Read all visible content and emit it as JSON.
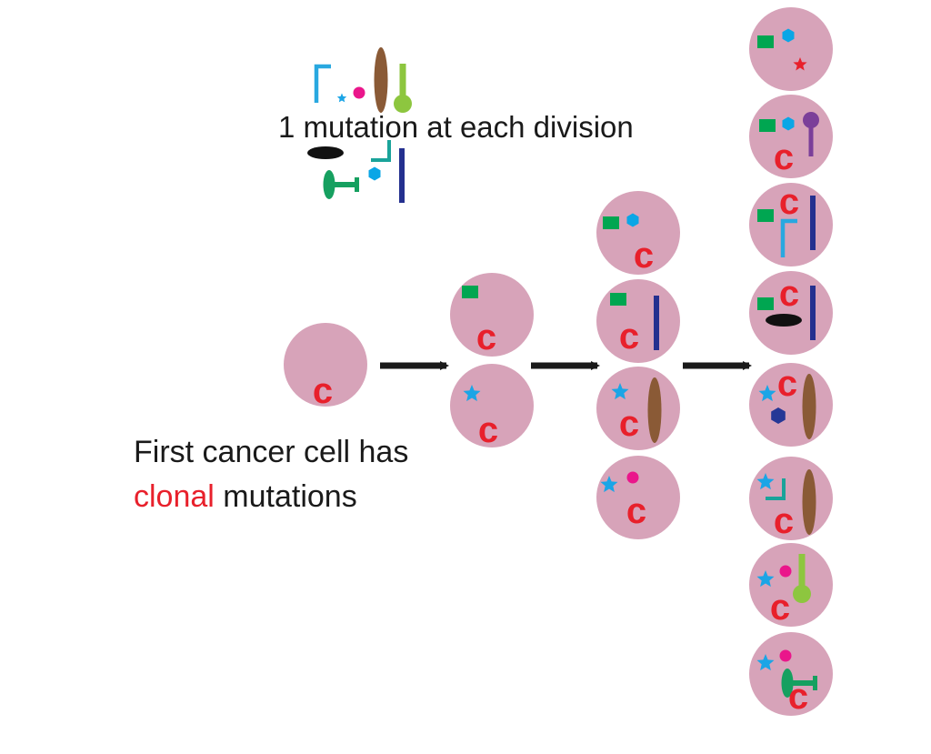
{
  "title": "1 mutation at each division",
  "caption": {
    "line1": "First cancer cell has",
    "line2_highlight": "clonal",
    "line2_rest": " mutations"
  },
  "cell_letter": "c",
  "colors": {
    "cell": "#d7a3b9",
    "cancer_letter": "#e8202b",
    "arrow": "#1a1a1a",
    "text": "#1a1a1a",
    "highlight": "#e8202b",
    "green_square": "#00a651",
    "blue_hexagon": "#0aa6e6",
    "blue_star": "#1ba5e6",
    "pink_dot": "#ea168b",
    "navy_bar": "#24308f",
    "brown_ellipse": "#8a5a36",
    "lime_lollipop": "#8dc63f",
    "purple_lollipop": "#7b3f99",
    "light_blue_bracket": "#29a8e0",
    "teal_bracket": "#1aa39a",
    "black_oval": "#111111",
    "green_tbar": "#16a060",
    "dark_blue_hexagon": "#263896",
    "red_star": "#e8202b"
  },
  "mutations_legend": [
    "light-blue-bracket",
    "blue-star",
    "pink-dot",
    "brown-ellipse",
    "lime-lollipop",
    "black-oval",
    "teal-bracket",
    "blue-hexagon",
    "navy-bar",
    "green-tbar"
  ],
  "generations": [
    {
      "cells": [
        [
          "c"
        ]
      ]
    },
    {
      "cells": [
        [
          "green-square",
          "c"
        ],
        [
          "blue-star",
          "c"
        ]
      ]
    },
    {
      "cells": [
        [
          "green-square",
          "blue-hexagon",
          "c"
        ],
        [
          "green-square",
          "navy-bar",
          "c"
        ],
        [
          "blue-star",
          "brown-ellipse",
          "c"
        ],
        [
          "blue-star",
          "pink-dot",
          "c"
        ]
      ]
    },
    {
      "cells": [
        [
          "green-square",
          "blue-hexagon",
          "red-star"
        ],
        [
          "green-square",
          "blue-hexagon",
          "purple-lollipop",
          "c"
        ],
        [
          "green-square",
          "light-blue-bracket",
          "navy-bar",
          "c"
        ],
        [
          "green-square",
          "black-oval",
          "navy-bar",
          "c"
        ],
        [
          "blue-star",
          "dark-blue-hexagon",
          "brown-ellipse",
          "c"
        ],
        [
          "blue-star",
          "teal-bracket",
          "brown-ellipse",
          "c"
        ],
        [
          "blue-star",
          "pink-dot",
          "lime-lollipop",
          "c"
        ],
        [
          "blue-star",
          "pink-dot",
          "green-tbar",
          "c"
        ]
      ]
    }
  ]
}
